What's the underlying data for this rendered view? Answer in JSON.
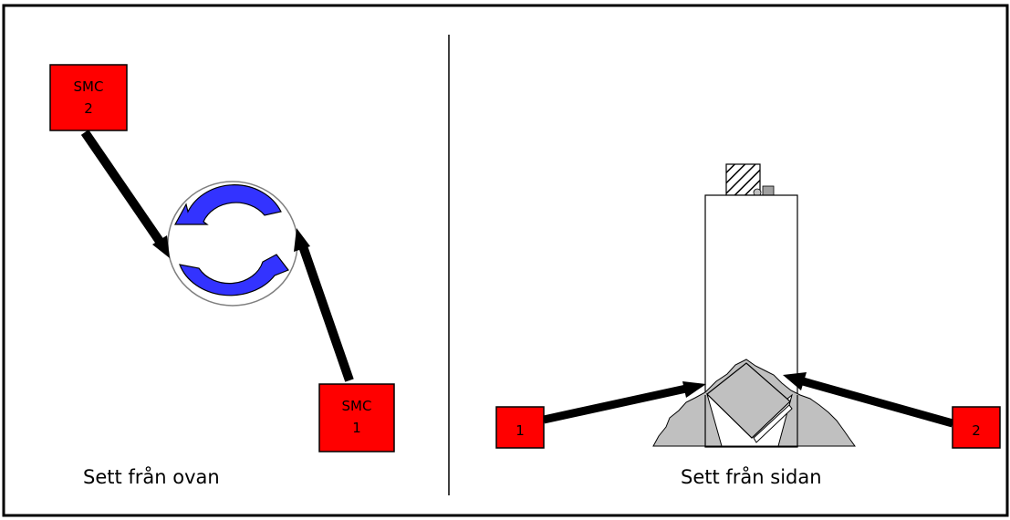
{
  "left_panel": {
    "caption": "Sett från ovan",
    "smc2_box": {
      "line1": "SMC",
      "line2": "2"
    },
    "smc1_box": {
      "line1": "SMC",
      "line2": "1"
    }
  },
  "right_panel": {
    "caption": "Sett från sidan",
    "box1": {
      "label": "1"
    },
    "box2": {
      "label": "2"
    }
  },
  "colors": {
    "box_red": "#ff0000",
    "rotation_blue": "#3333ff",
    "arrow_black": "#000000",
    "rock_grey": "#c0c0c0"
  }
}
